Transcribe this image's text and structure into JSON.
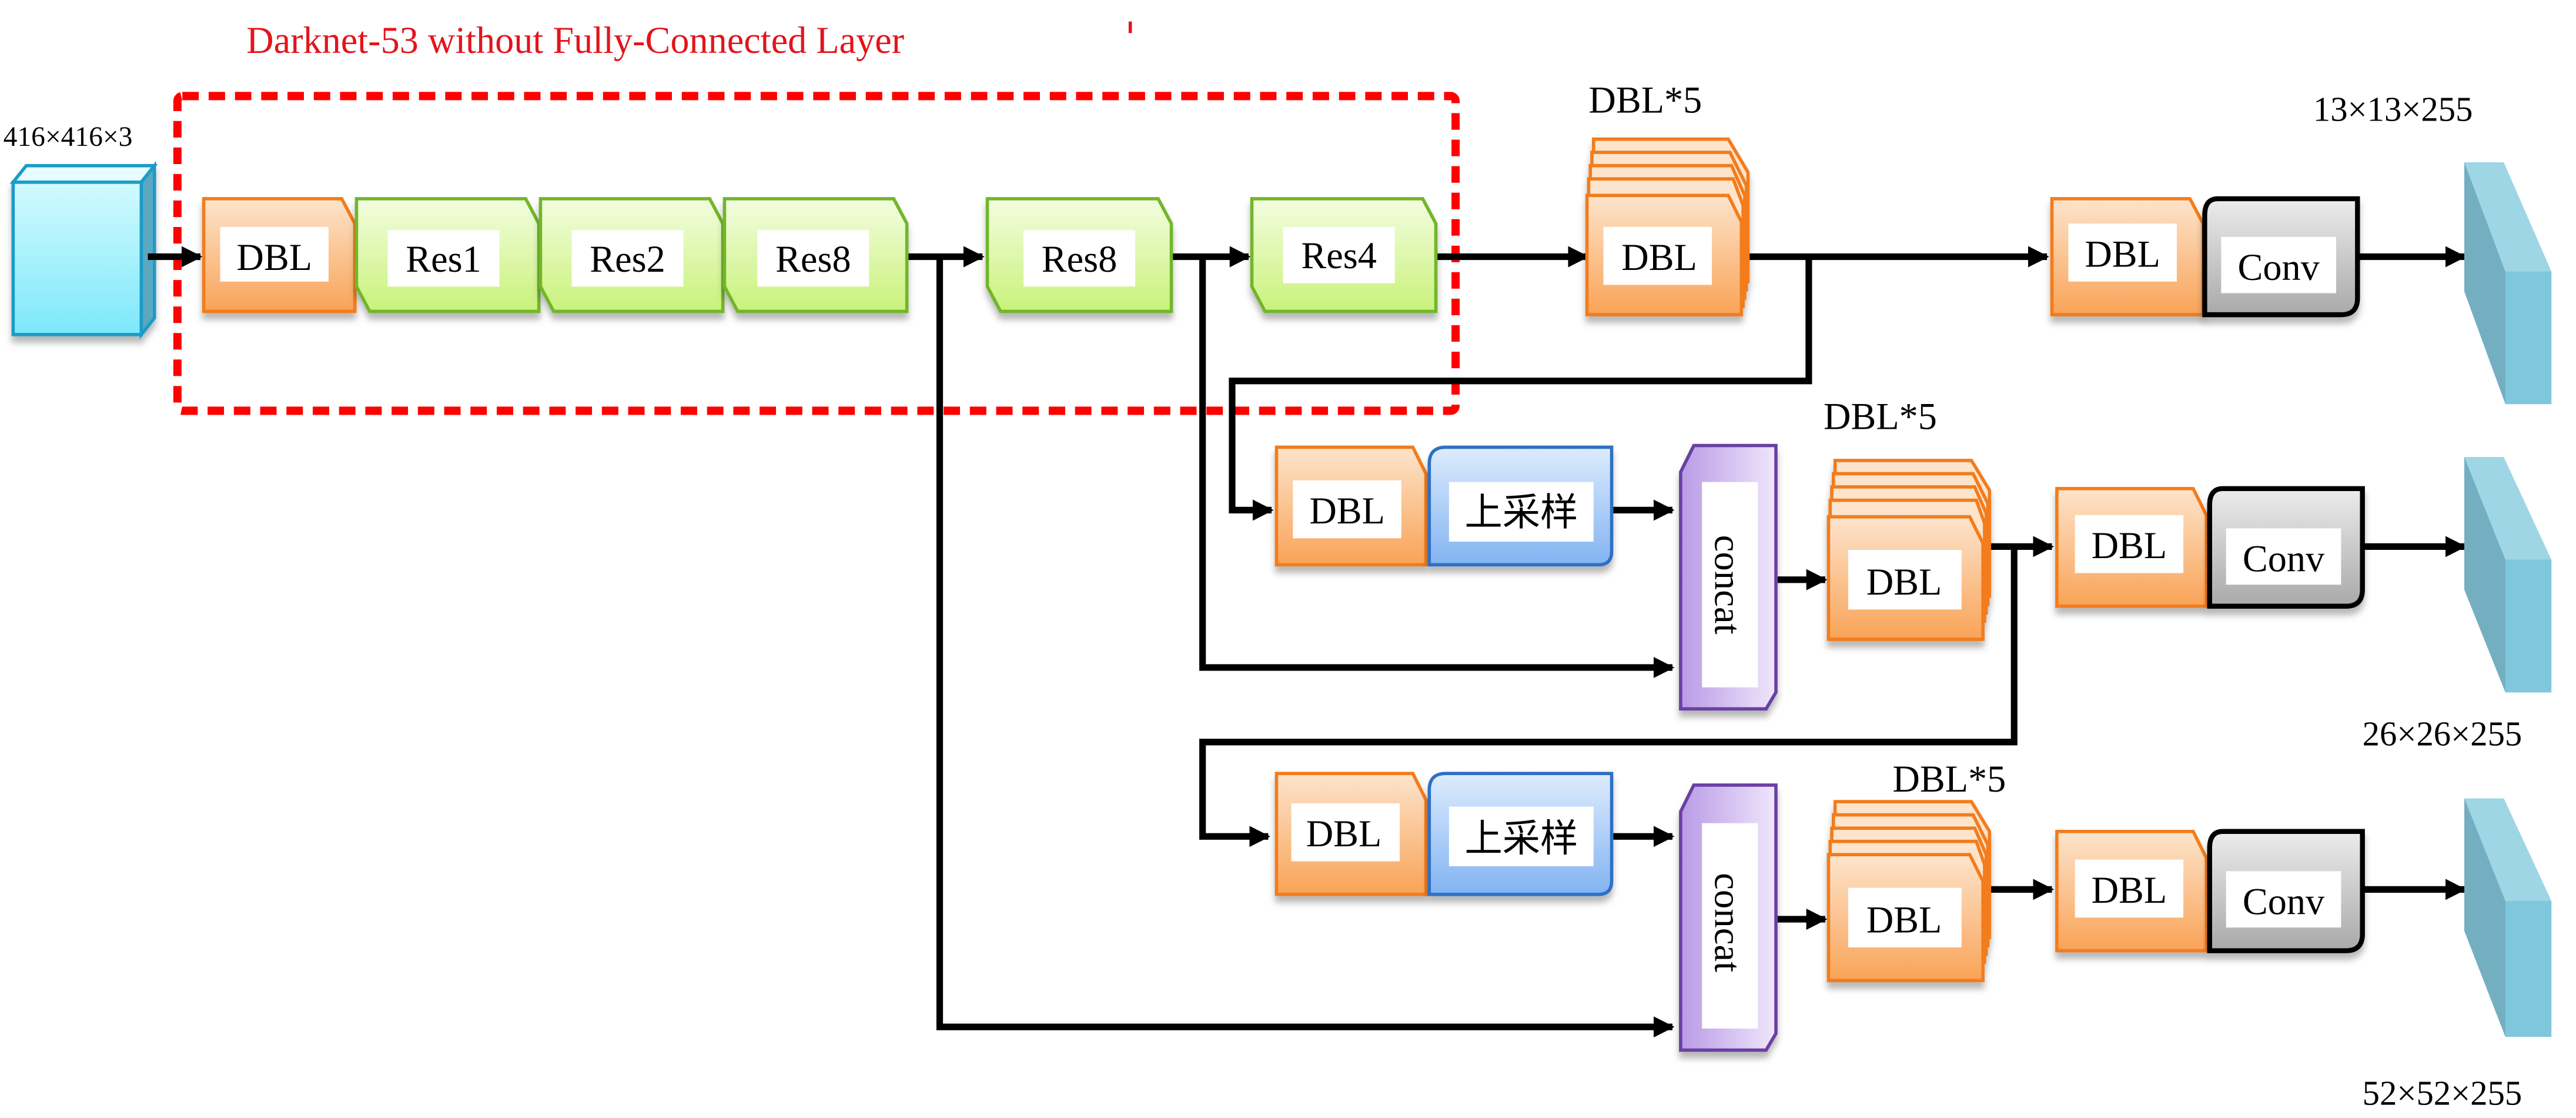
{
  "title": "Darknet-53 without Fully-Connected Layer",
  "input": {
    "label": "416×416×3"
  },
  "backbone": {
    "blocks": [
      {
        "label": "DBL",
        "kind": "dbl"
      },
      {
        "label": "Res1",
        "kind": "res"
      },
      {
        "label": "Res2",
        "kind": "res"
      },
      {
        "label": "Res8",
        "kind": "res"
      },
      {
        "label": "Res8",
        "kind": "res"
      },
      {
        "label": "Res4",
        "kind": "res"
      }
    ]
  },
  "branch1": {
    "stack_caption": "DBL*5",
    "stack_label": "DBL",
    "head_dbl": "DBL",
    "head_conv": "Conv",
    "output": "13×13×255"
  },
  "branch2": {
    "dbl": "DBL",
    "upsample": "上采样",
    "concat": "concat",
    "stack_caption": "DBL*5",
    "stack_label": "DBL",
    "head_dbl": "DBL",
    "head_conv": "Conv",
    "output": "26×26×255"
  },
  "branch3": {
    "dbl": "DBL",
    "upsample": "上采样",
    "concat": "concat",
    "stack_caption": "DBL*5",
    "stack_label": "DBL",
    "head_dbl": "DBL",
    "head_conv": "Conv",
    "output": "52×52×255"
  },
  "colors": {
    "title_red": "#e4141b",
    "dbl_orange": "#f7913a",
    "res_green": "#ccf27a",
    "upsample_blue": "#7fb1ef",
    "concat_purple": "#c6a8ec",
    "conv_gray": "#bdbdbd",
    "feature_map_cyan": "#7ec8dc",
    "input_cyan": "#8ae9fb"
  }
}
